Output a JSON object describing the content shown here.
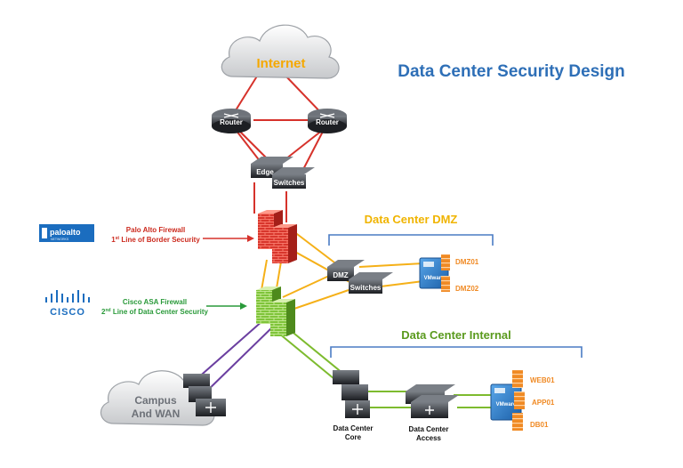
{
  "title": "Data Center Security Design",
  "clouds": {
    "internet": "Internet",
    "campus_line1": "Campus",
    "campus_line2": "And WAN"
  },
  "devices": {
    "router_left": "Router",
    "router_right": "Router",
    "edge_switch_1": "Edge",
    "edge_switch_2": "Switches",
    "dmz_switch_1": "DMZ",
    "dmz_switch_2": "Switches",
    "dc_core_line1": "Data Center",
    "dc_core_line2": "Core",
    "dc_access_line1": "Data Center",
    "dc_access_line2": "Access"
  },
  "sections": {
    "dmz": "Data Center DMZ",
    "internal": "Data Center Internal"
  },
  "servers": {
    "dmz": [
      "DMZ01",
      "DMZ02"
    ],
    "internal": [
      "WEB01",
      "APP01",
      "DB01"
    ],
    "vmware_label": "VMware"
  },
  "firewalls": {
    "paloalto": {
      "brand": "paloalto",
      "brand_sub": "NETWORKS",
      "line1": "Palo Alto Firewall",
      "line2_sup": "st",
      "line2_num": "1",
      "line2_rest": " Line of Border Security"
    },
    "cisco": {
      "brand": "CISCO",
      "line1": "Cisco ASA Firewall",
      "line2_num": "2",
      "line2_sup": "nd",
      "line2_rest": " Line of Data Center Security"
    }
  },
  "colors": {
    "title": "#2e6fb7",
    "internet_text": "#f5a800",
    "section_text": "#f0b400",
    "internal_text": "#5a9a1e",
    "bracket": "#4a7cc4",
    "red_link": "#d6322b",
    "orange_link": "#f5b018",
    "green_link": "#7dbb2e",
    "purple_link": "#6b3fa0",
    "paloalto_text": "#cc2a1e",
    "cisco_text": "#2a9a3a",
    "server_orange": "#f08a24"
  }
}
